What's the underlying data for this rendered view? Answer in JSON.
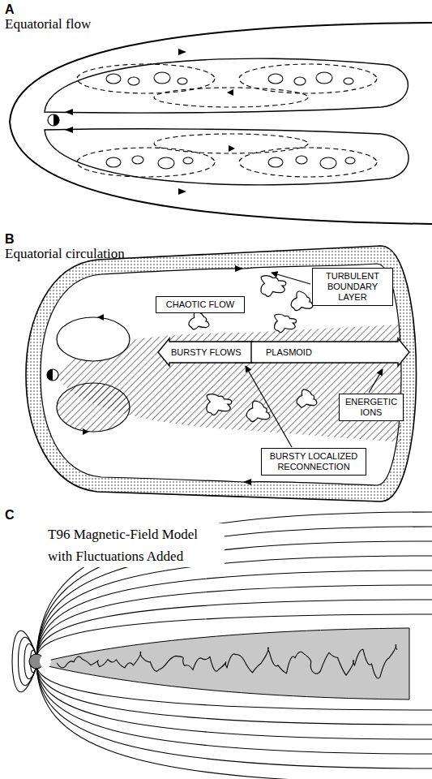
{
  "diagram": {
    "nodes": [
      {
        "text": [
          "TURBULENT BOUNDARY LAYER"
        ]
      },
      {
        "text": [
          "CHAOTIC FLOW"
        ]
      },
      {
        "text": [
          "BURSTY FLOWS"
        ]
      },
      {
        "text": [
          "PLASMOID"
        ]
      },
      {
        "text": [
          "ENERGETIC IONS"
        ]
      },
      {
        "text": [
          "BURSTY LOCALIZED RECONNECTION"
        ]
      }
    ],
    "labels": [
      "A",
      "Equatorial flow",
      "B",
      "Equatorial circulation",
      "C",
      "T96 Magnetic-Field Model with Fluctuations Added"
    ]
  }
}
